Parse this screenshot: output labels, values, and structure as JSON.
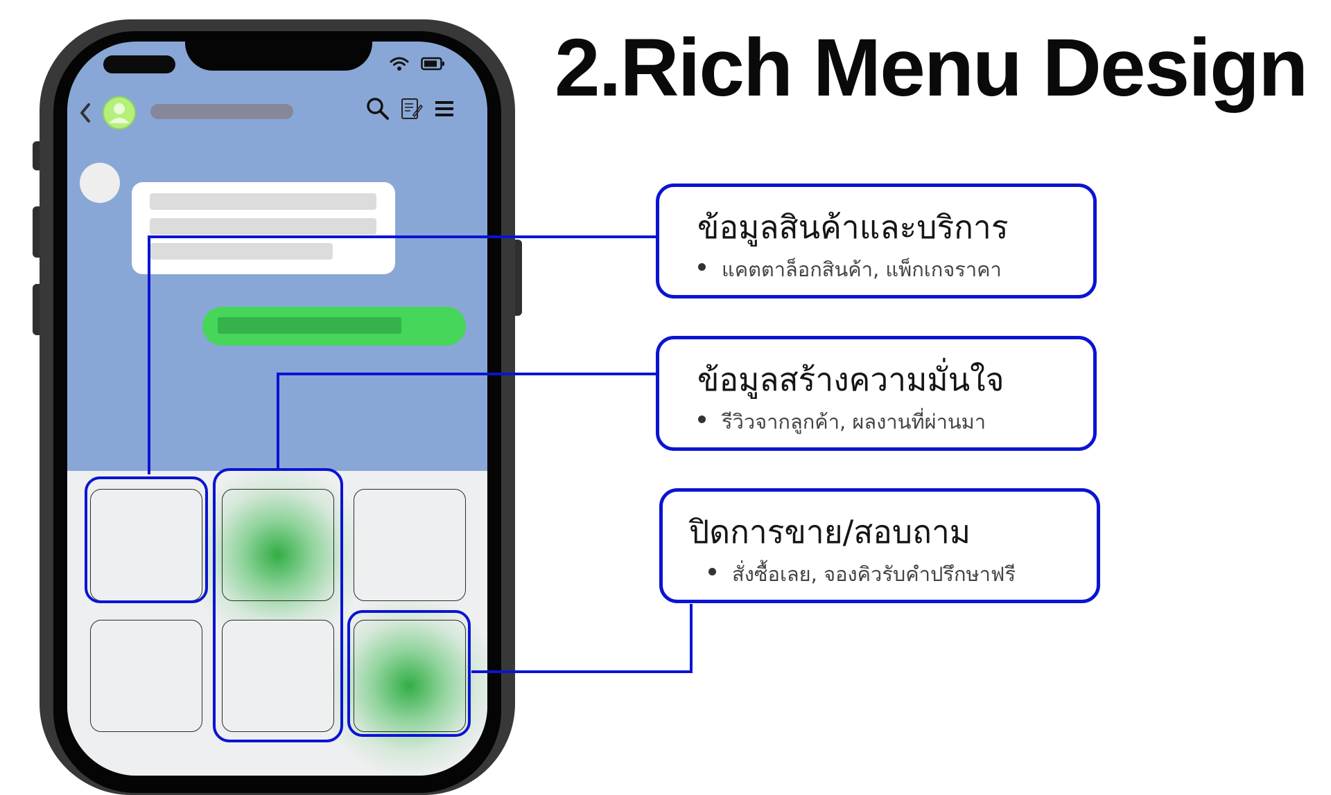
{
  "title": "2.Rich Menu Design",
  "callouts": [
    {
      "title": "ข้อมูลสินค้าและบริการ",
      "item": "แคตตาล็อกสินค้า, แพ็กเกจราคา"
    },
    {
      "title": "ข้อมูลสร้างความมั่นใจ",
      "item": "รีวิวจากลูกค้า, ผลงานที่ผ่านมา"
    },
    {
      "title": "ปิดการขาย/สอบถาม",
      "item": "สั่งซื้อเลย, จองคิวรับคำปรึกษาฟรี"
    }
  ],
  "phone": {
    "icons": [
      "back-chevron-icon",
      "user-avatar-icon",
      "search-icon",
      "notes-icon",
      "menu-icon",
      "wifi-icon",
      "battery-icon"
    ]
  },
  "colors": {
    "highlight_border": "#0a14d2",
    "chat_background": "#89a7d6",
    "sent_bubble": "#46d65a",
    "avatar_accent": "#b4f07a"
  }
}
